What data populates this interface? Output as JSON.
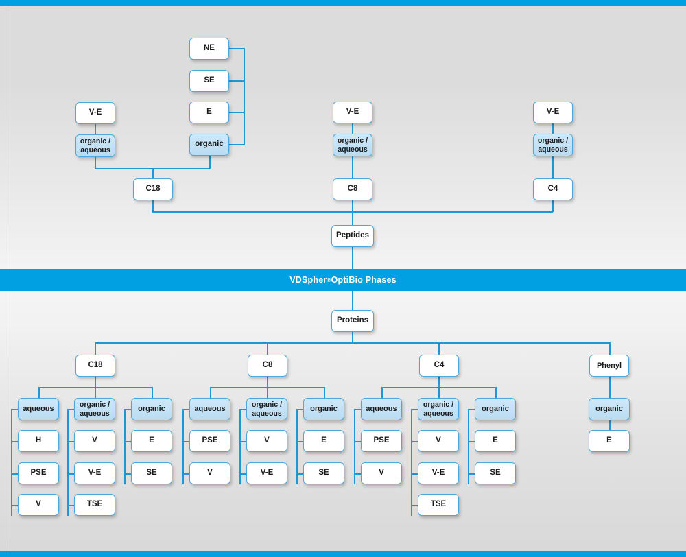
{
  "banner": {
    "brand": "VDSpher",
    "reg": "®",
    "rest": " OptiBio Phases",
    "full_text": "VDSpher® OptiBio Phases",
    "bg_color": "#00a0e3",
    "text_color": "#ffffff"
  },
  "colors": {
    "accent": "#00a0e3",
    "line": "#2196d6",
    "node_border": "#4aa8dc",
    "node_fill": "#ffffff",
    "node_fill_highlight": "#c4e2f6",
    "background": "#dcdcdc",
    "text": "#1a1a1a"
  },
  "peptides": {
    "root_label": "Peptides",
    "columns": [
      {
        "ligand": "C18",
        "modes": [
          {
            "label": "organic /\naqueous",
            "line1": "organic /",
            "line2": "aqueous",
            "highlight": true,
            "children": [
              "V-E"
            ]
          },
          {
            "label": "organic",
            "line1": "organic",
            "line2": "",
            "highlight": true,
            "children": [
              "NE",
              "SE",
              "E"
            ]
          }
        ]
      },
      {
        "ligand": "C8",
        "modes": [
          {
            "label": "organic /\naqueous",
            "line1": "organic /",
            "line2": "aqueous",
            "highlight": true,
            "children": [
              "V-E"
            ]
          }
        ]
      },
      {
        "ligand": "C4",
        "modes": [
          {
            "label": "organic /\naqueous",
            "line1": "organic /",
            "line2": "aqueous",
            "highlight": true,
            "children": [
              "V-E"
            ]
          }
        ]
      }
    ]
  },
  "proteins": {
    "root_label": "Proteins",
    "columns": [
      {
        "ligand": "C18",
        "groups": [
          {
            "line1": "aqueous",
            "line2": "",
            "highlight": true,
            "children": [
              "H",
              "PSE",
              "V"
            ]
          },
          {
            "line1": "organic /",
            "line2": "aqueous",
            "highlight": true,
            "children": [
              "V",
              "V-E",
              "TSE"
            ]
          },
          {
            "line1": "organic",
            "line2": "",
            "highlight": true,
            "children": [
              "E",
              "SE"
            ]
          }
        ]
      },
      {
        "ligand": "C8",
        "groups": [
          {
            "line1": "aqueous",
            "line2": "",
            "highlight": true,
            "children": [
              "PSE",
              "V"
            ]
          },
          {
            "line1": "organic /",
            "line2": "aqueous",
            "highlight": true,
            "children": [
              "V",
              "V-E"
            ]
          },
          {
            "line1": "organic",
            "line2": "",
            "highlight": true,
            "children": [
              "E",
              "SE"
            ]
          }
        ]
      },
      {
        "ligand": "C4",
        "groups": [
          {
            "line1": "aqueous",
            "line2": "",
            "highlight": true,
            "children": [
              "PSE",
              "V"
            ]
          },
          {
            "line1": "organic /",
            "line2": "aqueous",
            "highlight": true,
            "children": [
              "V",
              "V-E",
              "TSE"
            ]
          },
          {
            "line1": "organic",
            "line2": "",
            "highlight": true,
            "children": [
              "E",
              "SE"
            ]
          }
        ]
      },
      {
        "ligand": "Phenyl",
        "groups": [
          {
            "line1": "organic",
            "line2": "",
            "highlight": true,
            "children": [
              "E"
            ]
          }
        ]
      }
    ]
  }
}
